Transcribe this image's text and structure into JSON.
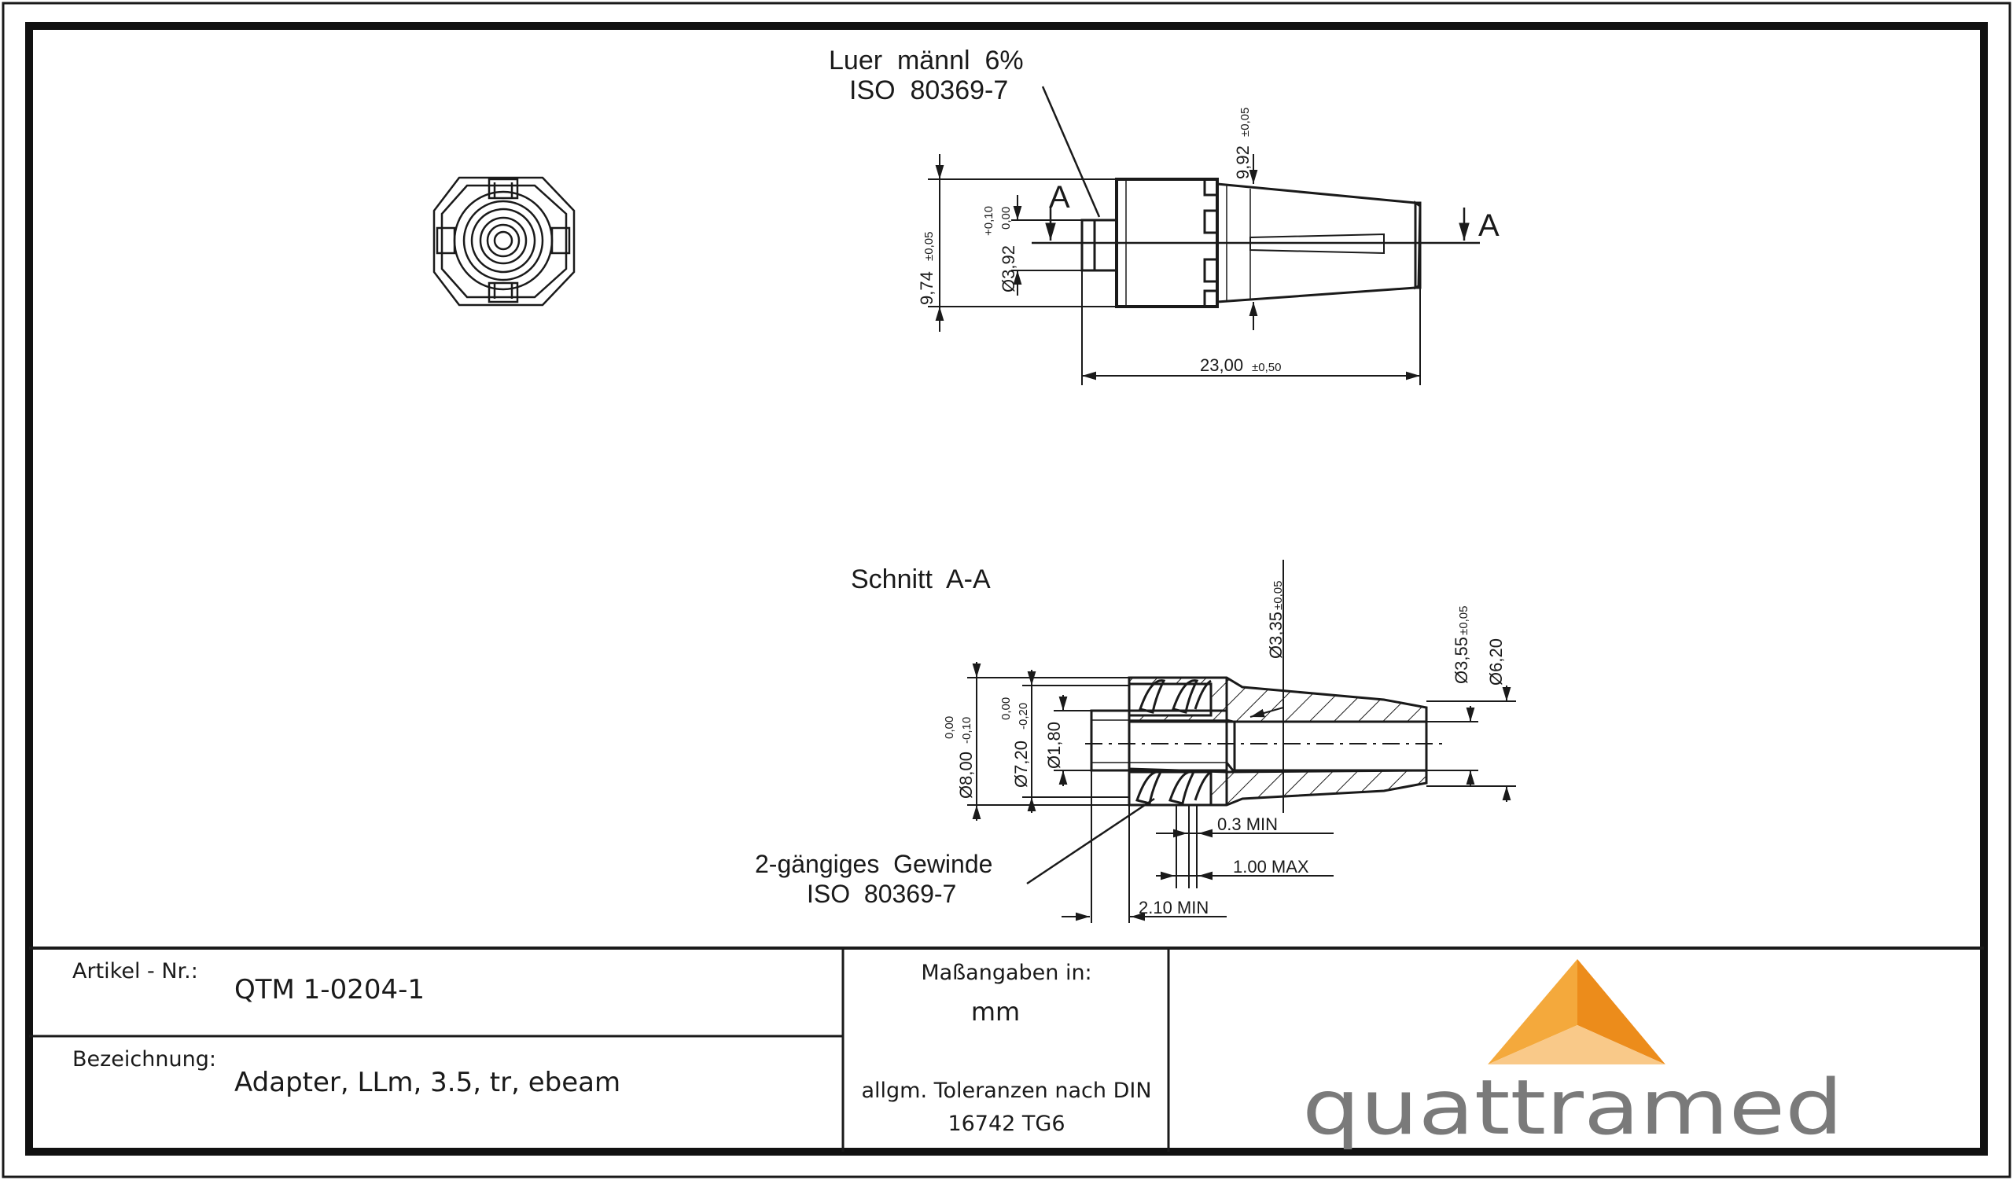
{
  "top_view": {
    "note_line1": "Luer  männl  6%",
    "note_line2": "ISO  80369-7",
    "section_mark": "A",
    "dim_length": "23,00",
    "dim_length_tol": "±0,50",
    "dim_height": "9,74",
    "dim_height_tol": "±0,05",
    "dim_tip_dia": "Ø3,92",
    "dim_tip_tol_upper": "+0,10",
    "dim_tip_tol_lower": "0,00",
    "dim_body_dia": "9,92",
    "dim_body_tol": "±0,05"
  },
  "section_view": {
    "title": "Schnitt  A-A",
    "thread_line1": "2-gängiges  Gewinde",
    "thread_line2": "ISO  80369-7",
    "dim_outer_dia": "Ø8,00",
    "dim_outer_tol_upper": "0,00",
    "dim_outer_tol_lower": "-0,10",
    "dim_thread_dia": "Ø7,20",
    "dim_thread_tol_upper": "0,00",
    "dim_thread_tol_lower": "-0,20",
    "dim_bore_small": "Ø1,80",
    "dim_bore_mid": "Ø3,35",
    "dim_bore_mid_tol": "±0,05",
    "dim_bore_large": "Ø3,55",
    "dim_bore_large_tol": "±0,05",
    "dim_outlet": "Ø6,20",
    "dim_min_03": "0.3 MIN",
    "dim_max_100": "1.00 MAX",
    "dim_min_210": "2.10 MIN"
  },
  "title_block": {
    "article_label": "Artikel - Nr.:",
    "article_value": "QTM 1-0204-1",
    "designation_label": "Bezeichnung:",
    "designation_value": "Adapter, LLm, 3.5, tr, ebeam",
    "units_label": "Maßangaben in:",
    "units_value": "mm",
    "tolerance_line1": "allgm. Toleranzen nach DIN",
    "tolerance_line2": "16742 TG6",
    "logo_text": "quattramed"
  },
  "colors": {
    "line": "#1a1a1a",
    "logo_orange_dark": "#ec8c1b",
    "logo_orange_mid": "#f4a93c",
    "logo_orange_light": "#f9c989",
    "logo_text": "#7a7a7a"
  }
}
